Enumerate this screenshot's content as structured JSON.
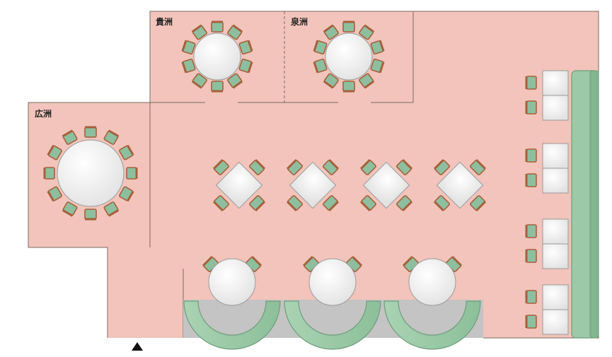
{
  "rooms": [
    {
      "id": "guizhou",
      "label": "貴洲"
    },
    {
      "id": "quanzhou",
      "label": "泉洲"
    },
    {
      "id": "guangzhou",
      "label": "広洲"
    }
  ],
  "entrance": {
    "icon": "entrance-arrow-icon"
  },
  "colors": {
    "floor": "#f2c4bb",
    "wall": "#7a6a66",
    "table": "#f4f4f4",
    "chair": "#8dbf9f",
    "chair_edge": "#a5603c",
    "sofa": "#9ccaa8",
    "sofa_base": "#c4c4c4"
  }
}
